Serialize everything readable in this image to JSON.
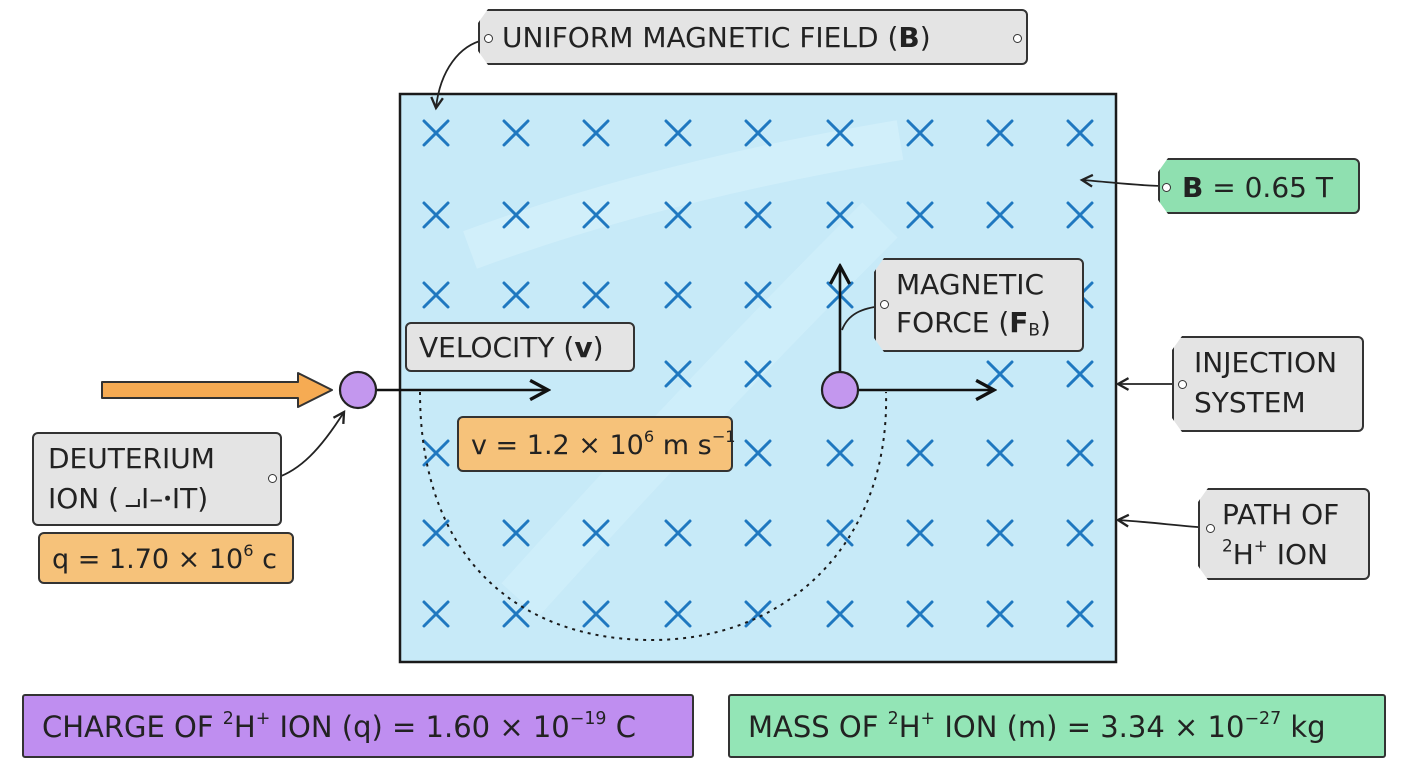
{
  "title_label": {
    "text": "UNIFORM MAGNETIC FIELD",
    "symbol": "B"
  },
  "field_strength": {
    "symbol": "B",
    "text": "= 0.65 T"
  },
  "velocity_label": {
    "text": "VELOCITY",
    "symbol": "v"
  },
  "velocity_value": {
    "prefix": "v = 1.2 × 10",
    "exp": "6",
    "unit": "m s",
    "unit_exp": "−1"
  },
  "force_label": {
    "line1": "MAGNETIC",
    "line2": "FORCE",
    "symbol": "F",
    "subscript": "B"
  },
  "injection_label": {
    "line1": "INJECTION",
    "line2": "SYSTEM"
  },
  "path_label": {
    "line1": "PATH OF",
    "iso": "2",
    "ion": "H",
    "charge": "+",
    "tail": "ION"
  },
  "deuterium_label": {
    "line1": "DEUTERIUM",
    "line2": "ION ( ⨼I–ꞏIT)"
  },
  "deuterium_charge": {
    "prefix": "q = 1.70 × 10",
    "exp": "6",
    "unit": "c"
  },
  "charge_box": {
    "prefix": "CHARGE OF",
    "iso": "2",
    "ion": "H",
    "charge": "+",
    "mid": "ION (q) = 1.60 × 10",
    "exp": "−19",
    "unit": "C"
  },
  "mass_box": {
    "prefix": "MASS OF",
    "iso": "2",
    "ion": "H",
    "charge": "+",
    "mid": "ION (m) = 3.34 × 10",
    "exp": "−27",
    "unit": "kg"
  },
  "colors": {
    "field_fill": "#c7eaf8",
    "cross_color": "#1f78c0",
    "ion_fill": "#c397ee",
    "injection_arrow": "#f6ab53",
    "green_tag": "#8fe0b0",
    "orange_tag": "#f6c27a",
    "purple_tag": "#bf8ef0"
  }
}
